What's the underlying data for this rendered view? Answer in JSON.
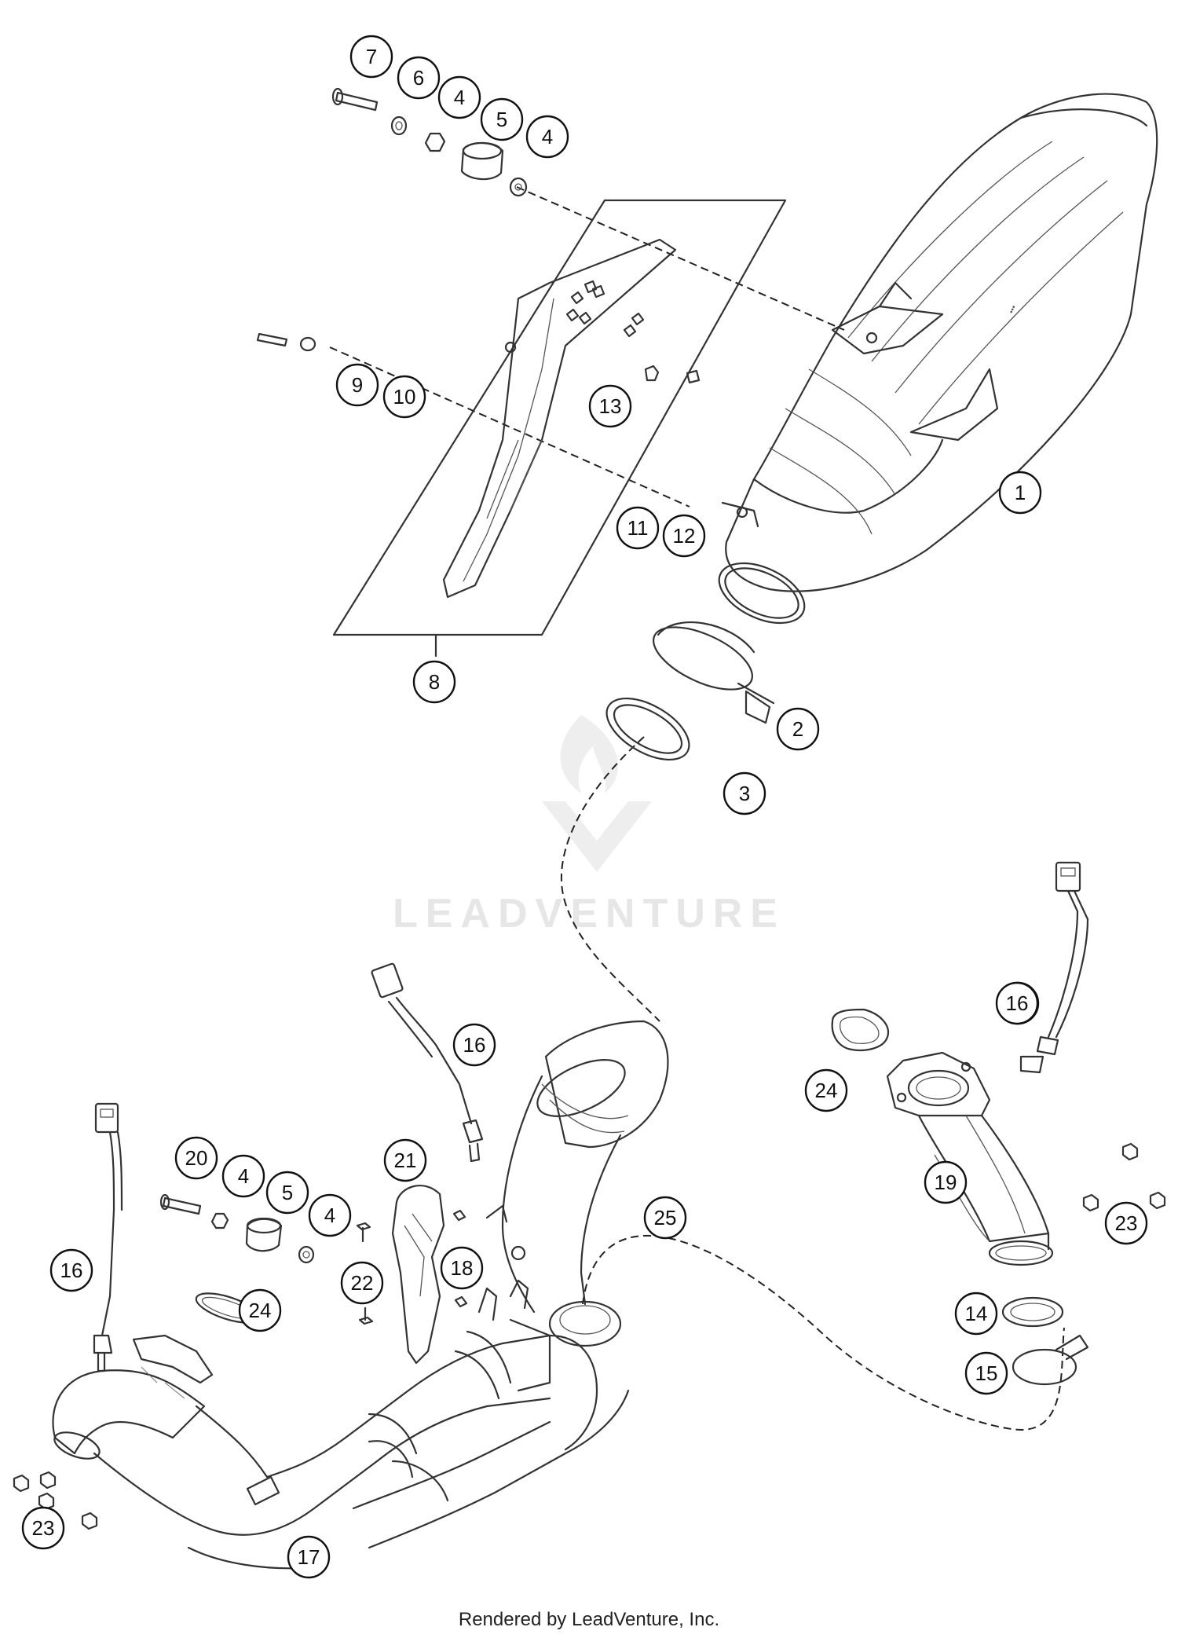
{
  "callouts": [
    "7",
    "6",
    "4",
    "5",
    "4",
    "9",
    "10",
    "13",
    "11",
    "12",
    "1",
    "8",
    "2",
    "3",
    "16",
    "16",
    "16",
    "24",
    "20",
    "4",
    "5",
    "4",
    "21",
    "25",
    "19",
    "23",
    "18",
    "22",
    "24",
    "14",
    "15",
    "16",
    "23",
    "17"
  ],
  "watermark": {
    "text": "LEADVENTURE"
  },
  "footer": {
    "text": "Rendered by LeadVenture, Inc."
  }
}
